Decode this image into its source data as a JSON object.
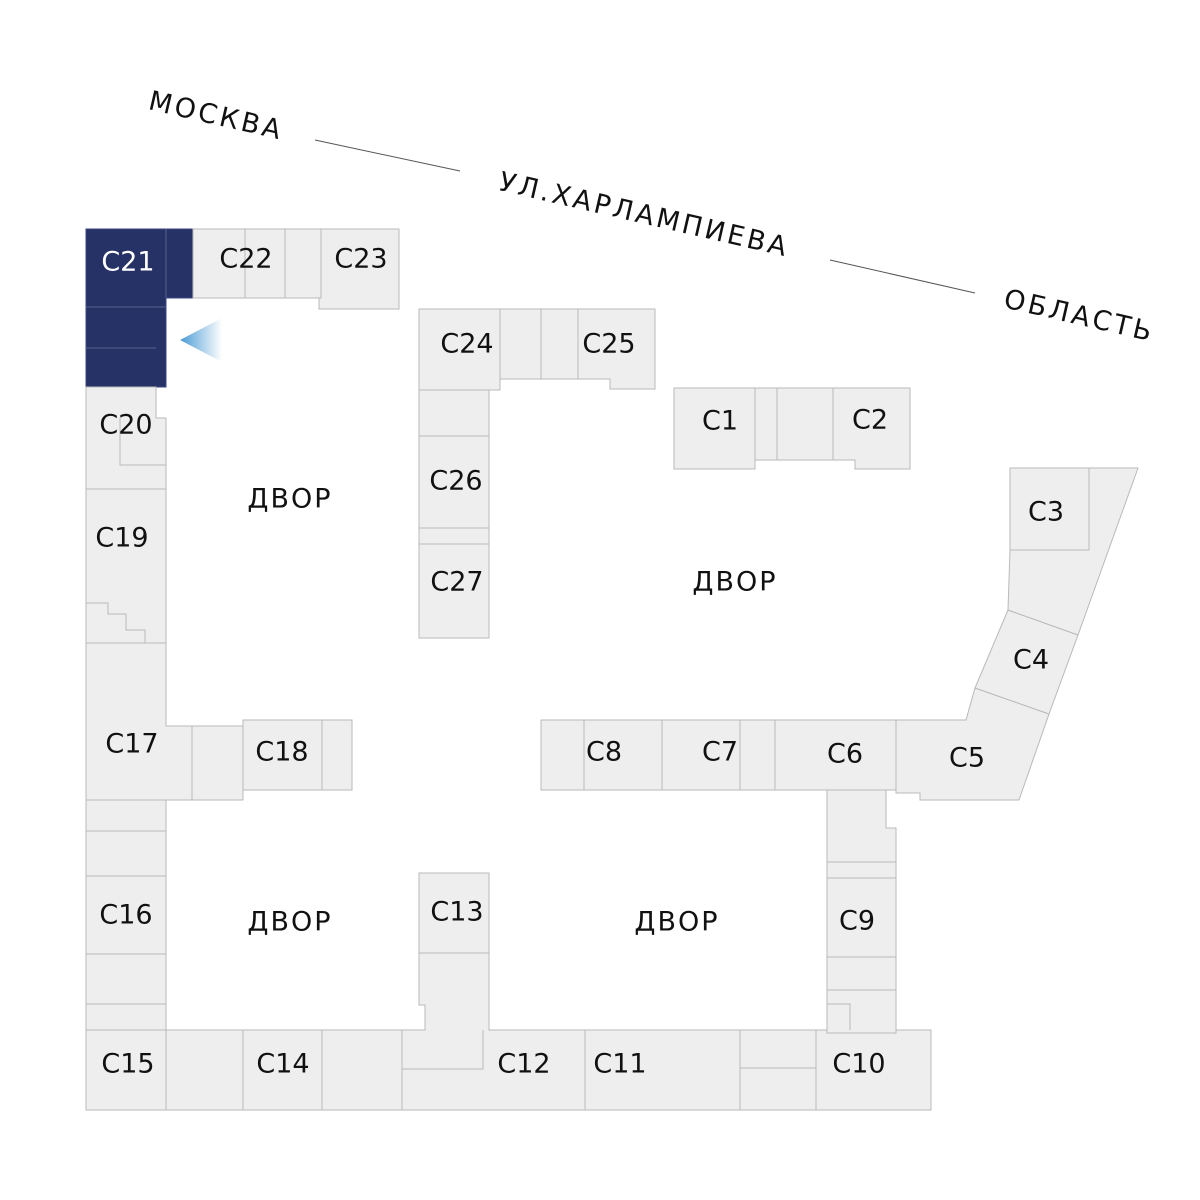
{
  "street": {
    "left": "МОСКВА",
    "middle": "УЛ.ХАРЛАМПИЕВА",
    "right": "ОБЛАСТЬ"
  },
  "courtyard_label": "ДВОР",
  "selected_section": "С21",
  "colors": {
    "selected": "#263266",
    "section_fill": "#eeeeee",
    "section_border": "#b9b9b9",
    "marker": "#4a9bd4"
  },
  "sections": {
    "c1": "С1",
    "c2": "С2",
    "c3": "С3",
    "c4": "С4",
    "c5": "С5",
    "c6": "С6",
    "c7": "С7",
    "c8": "С8",
    "c9": "С9",
    "c10": "С10",
    "c11": "С11",
    "c12": "С12",
    "c13": "С13",
    "c14": "С14",
    "c15": "С15",
    "c16": "С16",
    "c17": "С17",
    "c18": "С18",
    "c19": "С19",
    "c20": "С20",
    "c21": "С21",
    "c22": "С22",
    "c23": "С23",
    "c24": "С24",
    "c25": "С25",
    "c26": "С26",
    "c27": "С27"
  }
}
